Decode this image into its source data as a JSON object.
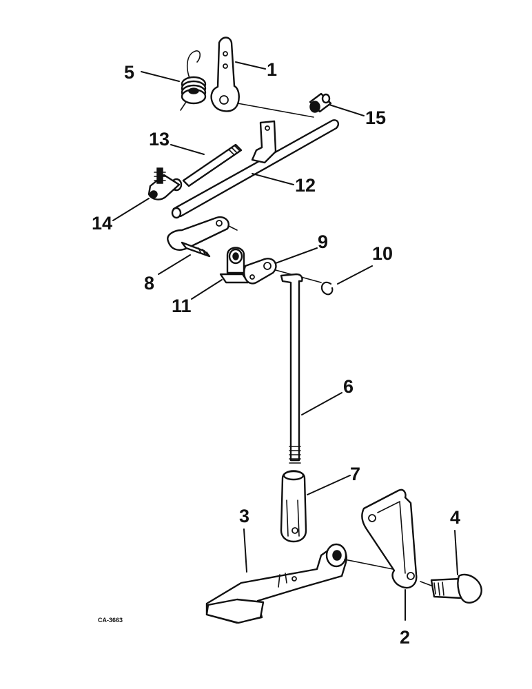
{
  "diagram": {
    "colors": {
      "ink": "#111111",
      "paper": "#ffffff"
    },
    "drawing_code": "CA-3663",
    "parts": [
      {
        "id": "1",
        "label": "1"
      },
      {
        "id": "2",
        "label": "2"
      },
      {
        "id": "3",
        "label": "3"
      },
      {
        "id": "4",
        "label": "4"
      },
      {
        "id": "5",
        "label": "5"
      },
      {
        "id": "6",
        "label": "6"
      },
      {
        "id": "7",
        "label": "7"
      },
      {
        "id": "8",
        "label": "8"
      },
      {
        "id": "9",
        "label": "9"
      },
      {
        "id": "10",
        "label": "10"
      },
      {
        "id": "11",
        "label": "11"
      },
      {
        "id": "12",
        "label": "12"
      },
      {
        "id": "13",
        "label": "13"
      },
      {
        "id": "14",
        "label": "14"
      },
      {
        "id": "15",
        "label": "15"
      }
    ]
  }
}
